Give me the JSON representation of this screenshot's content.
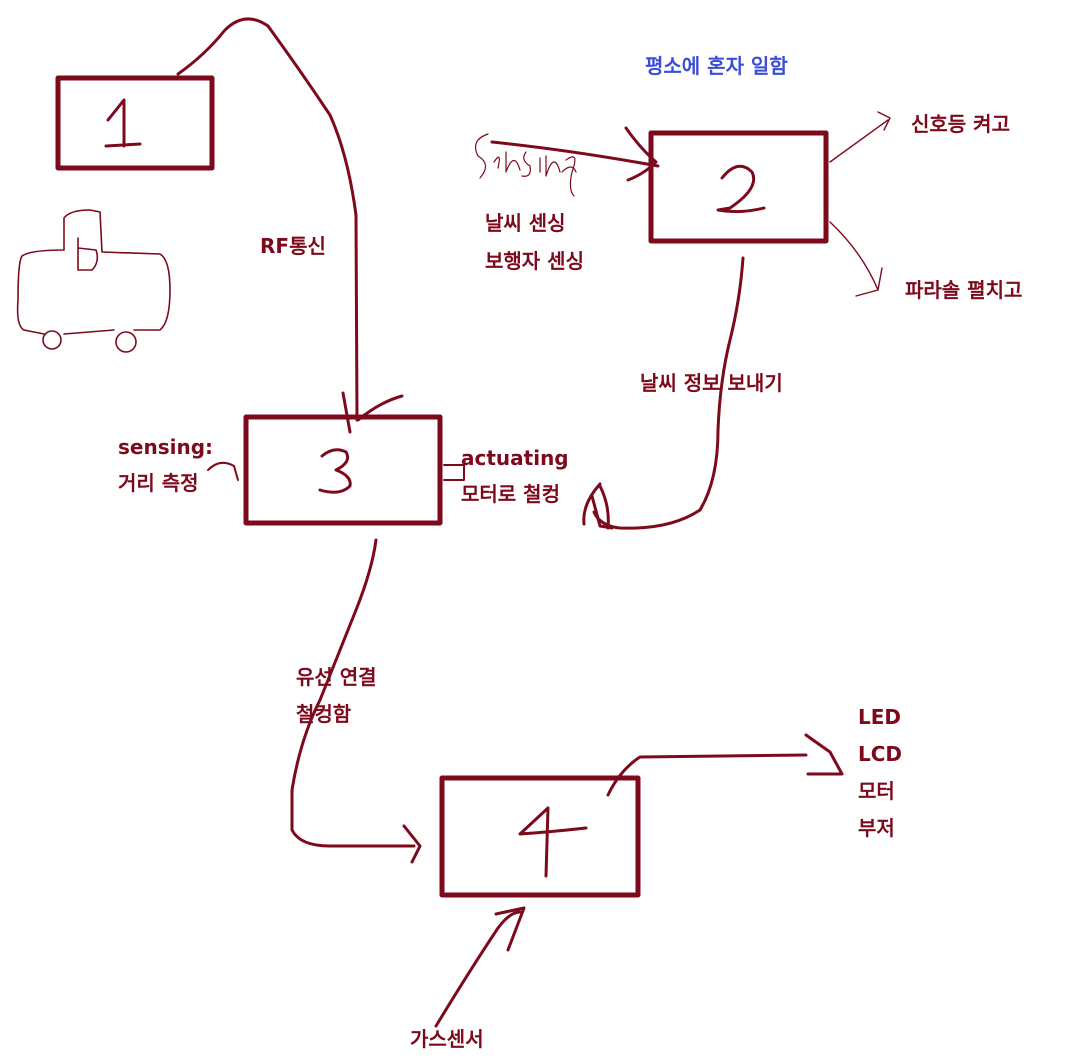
{
  "colors": {
    "ink": "#7d0a1c",
    "note": "#3b4fd6",
    "background": "#ffffff"
  },
  "boxes": [
    "1",
    "2",
    "3",
    "4"
  ],
  "labels": {
    "rf": "RF통신",
    "usually_alone": "평소에 혼자 일함",
    "sensing_handwritten": "Sensing",
    "weather_sensing": "날씨 센싱",
    "pedestrian_sensing": "보행자 센싱",
    "signal_on": "신호등 켜고",
    "parasol_open": "파라솔 펼치고",
    "send_weather": "날씨 정보 보내기",
    "sensing": "sensing:",
    "distance": "거리 측정",
    "actuating": "actuating",
    "motor_clank": "모터로 철컹",
    "wired_1": "유선 연결",
    "wired_2": "철컹함",
    "gas_sensor": "가스센서",
    "outputs": [
      "LED",
      "LCD",
      "모터",
      "부저"
    ]
  }
}
